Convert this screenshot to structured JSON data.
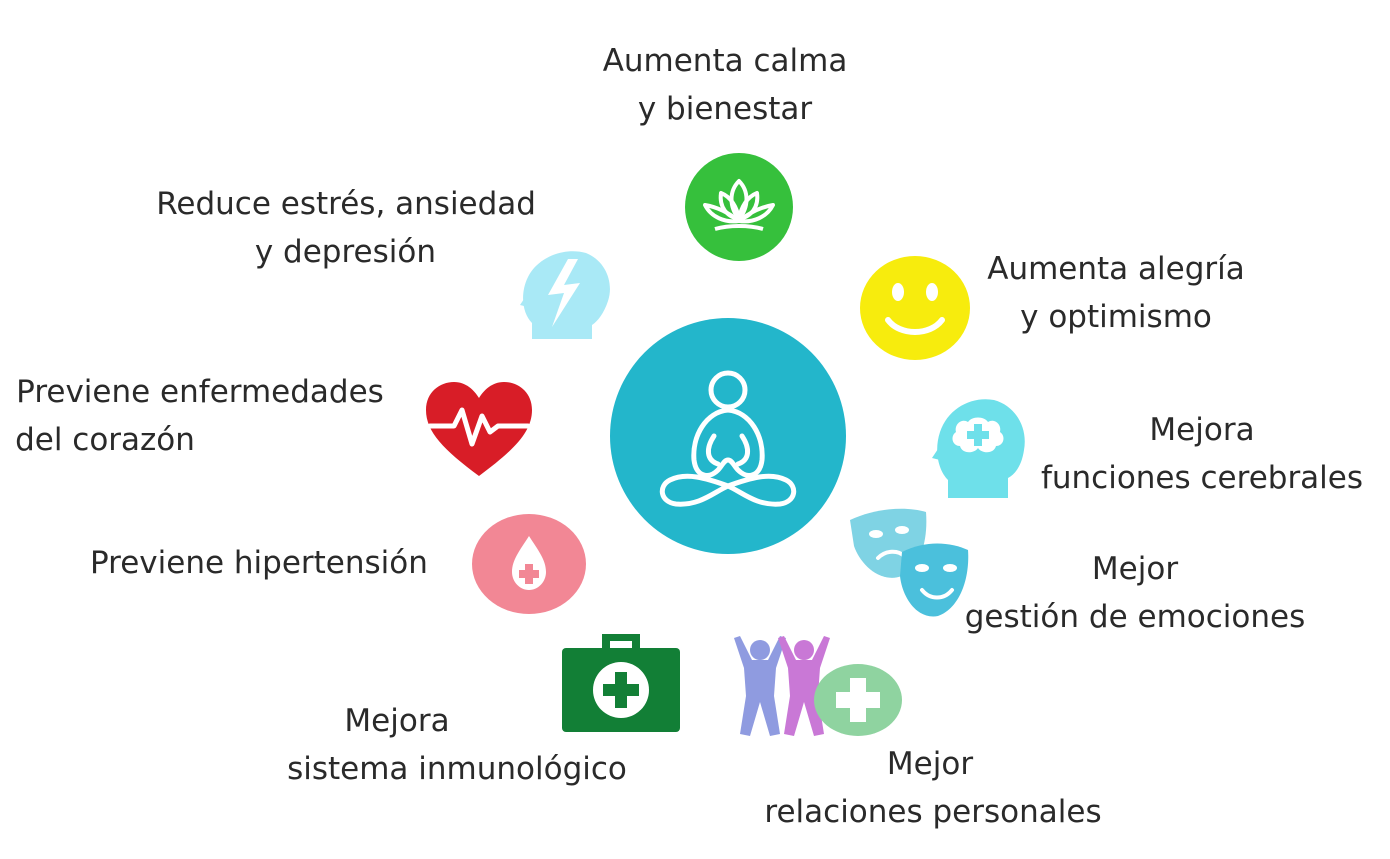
{
  "benefits": {
    "calm": {
      "line1": "Aumenta calma",
      "line2": "y bienestar"
    },
    "stress": {
      "line1": "Reduce estrés, ansiedad",
      "line2": "y depresión"
    },
    "joy": {
      "line1": "Aumenta alegría",
      "line2": "y optimismo"
    },
    "heart": {
      "line1": "Previene enfermedades",
      "line2": "del corazón"
    },
    "brain": {
      "line1": "Mejora",
      "line2": "funciones cerebrales"
    },
    "hypertension": {
      "line1": "Previene hipertensión"
    },
    "emotions": {
      "line1": "Mejor",
      "line2": "gestión de emociones"
    },
    "immune": {
      "line1": "Mejora",
      "line2": "sistema inmunológico"
    },
    "relations": {
      "line1": "Mejor",
      "line2": "relaciones personales"
    }
  },
  "colors": {
    "center": "#23b6cb",
    "lotus": "#36c03c",
    "smiley": "#f7ec0d",
    "head": "#a9e9f6",
    "heart": "#d81d27",
    "drop": "#f28795",
    "brain": "#6ee0ea",
    "masks": "#5fc7de",
    "kit": "#127f36",
    "people_blue": "#8f9be0",
    "people_pink": "#c978d6",
    "plus_green": "#8fd3a0"
  }
}
